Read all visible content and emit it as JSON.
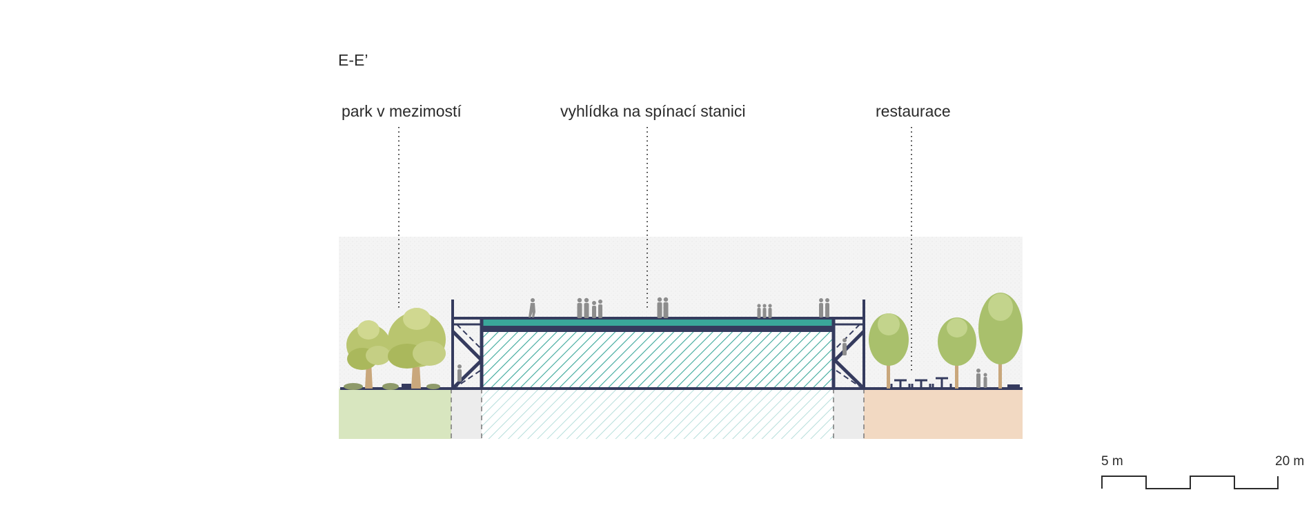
{
  "section": {
    "title": "E-E’"
  },
  "callouts": {
    "park": "park v mezimostí",
    "lookout": "vyhlídka na spínací stanici",
    "restaurant": "restaurace"
  },
  "scale_bar": {
    "start_label": "5 m",
    "end_label": "20 m"
  },
  "colors": {
    "structure": "#353b5e",
    "teal": "#3aa79a",
    "park_ground": "#d8e6bf",
    "restaurant_ground": "#f2d9c2",
    "sky": "#f3f3f3",
    "tree": "#b6c46a",
    "person": "#8d8d8d"
  }
}
